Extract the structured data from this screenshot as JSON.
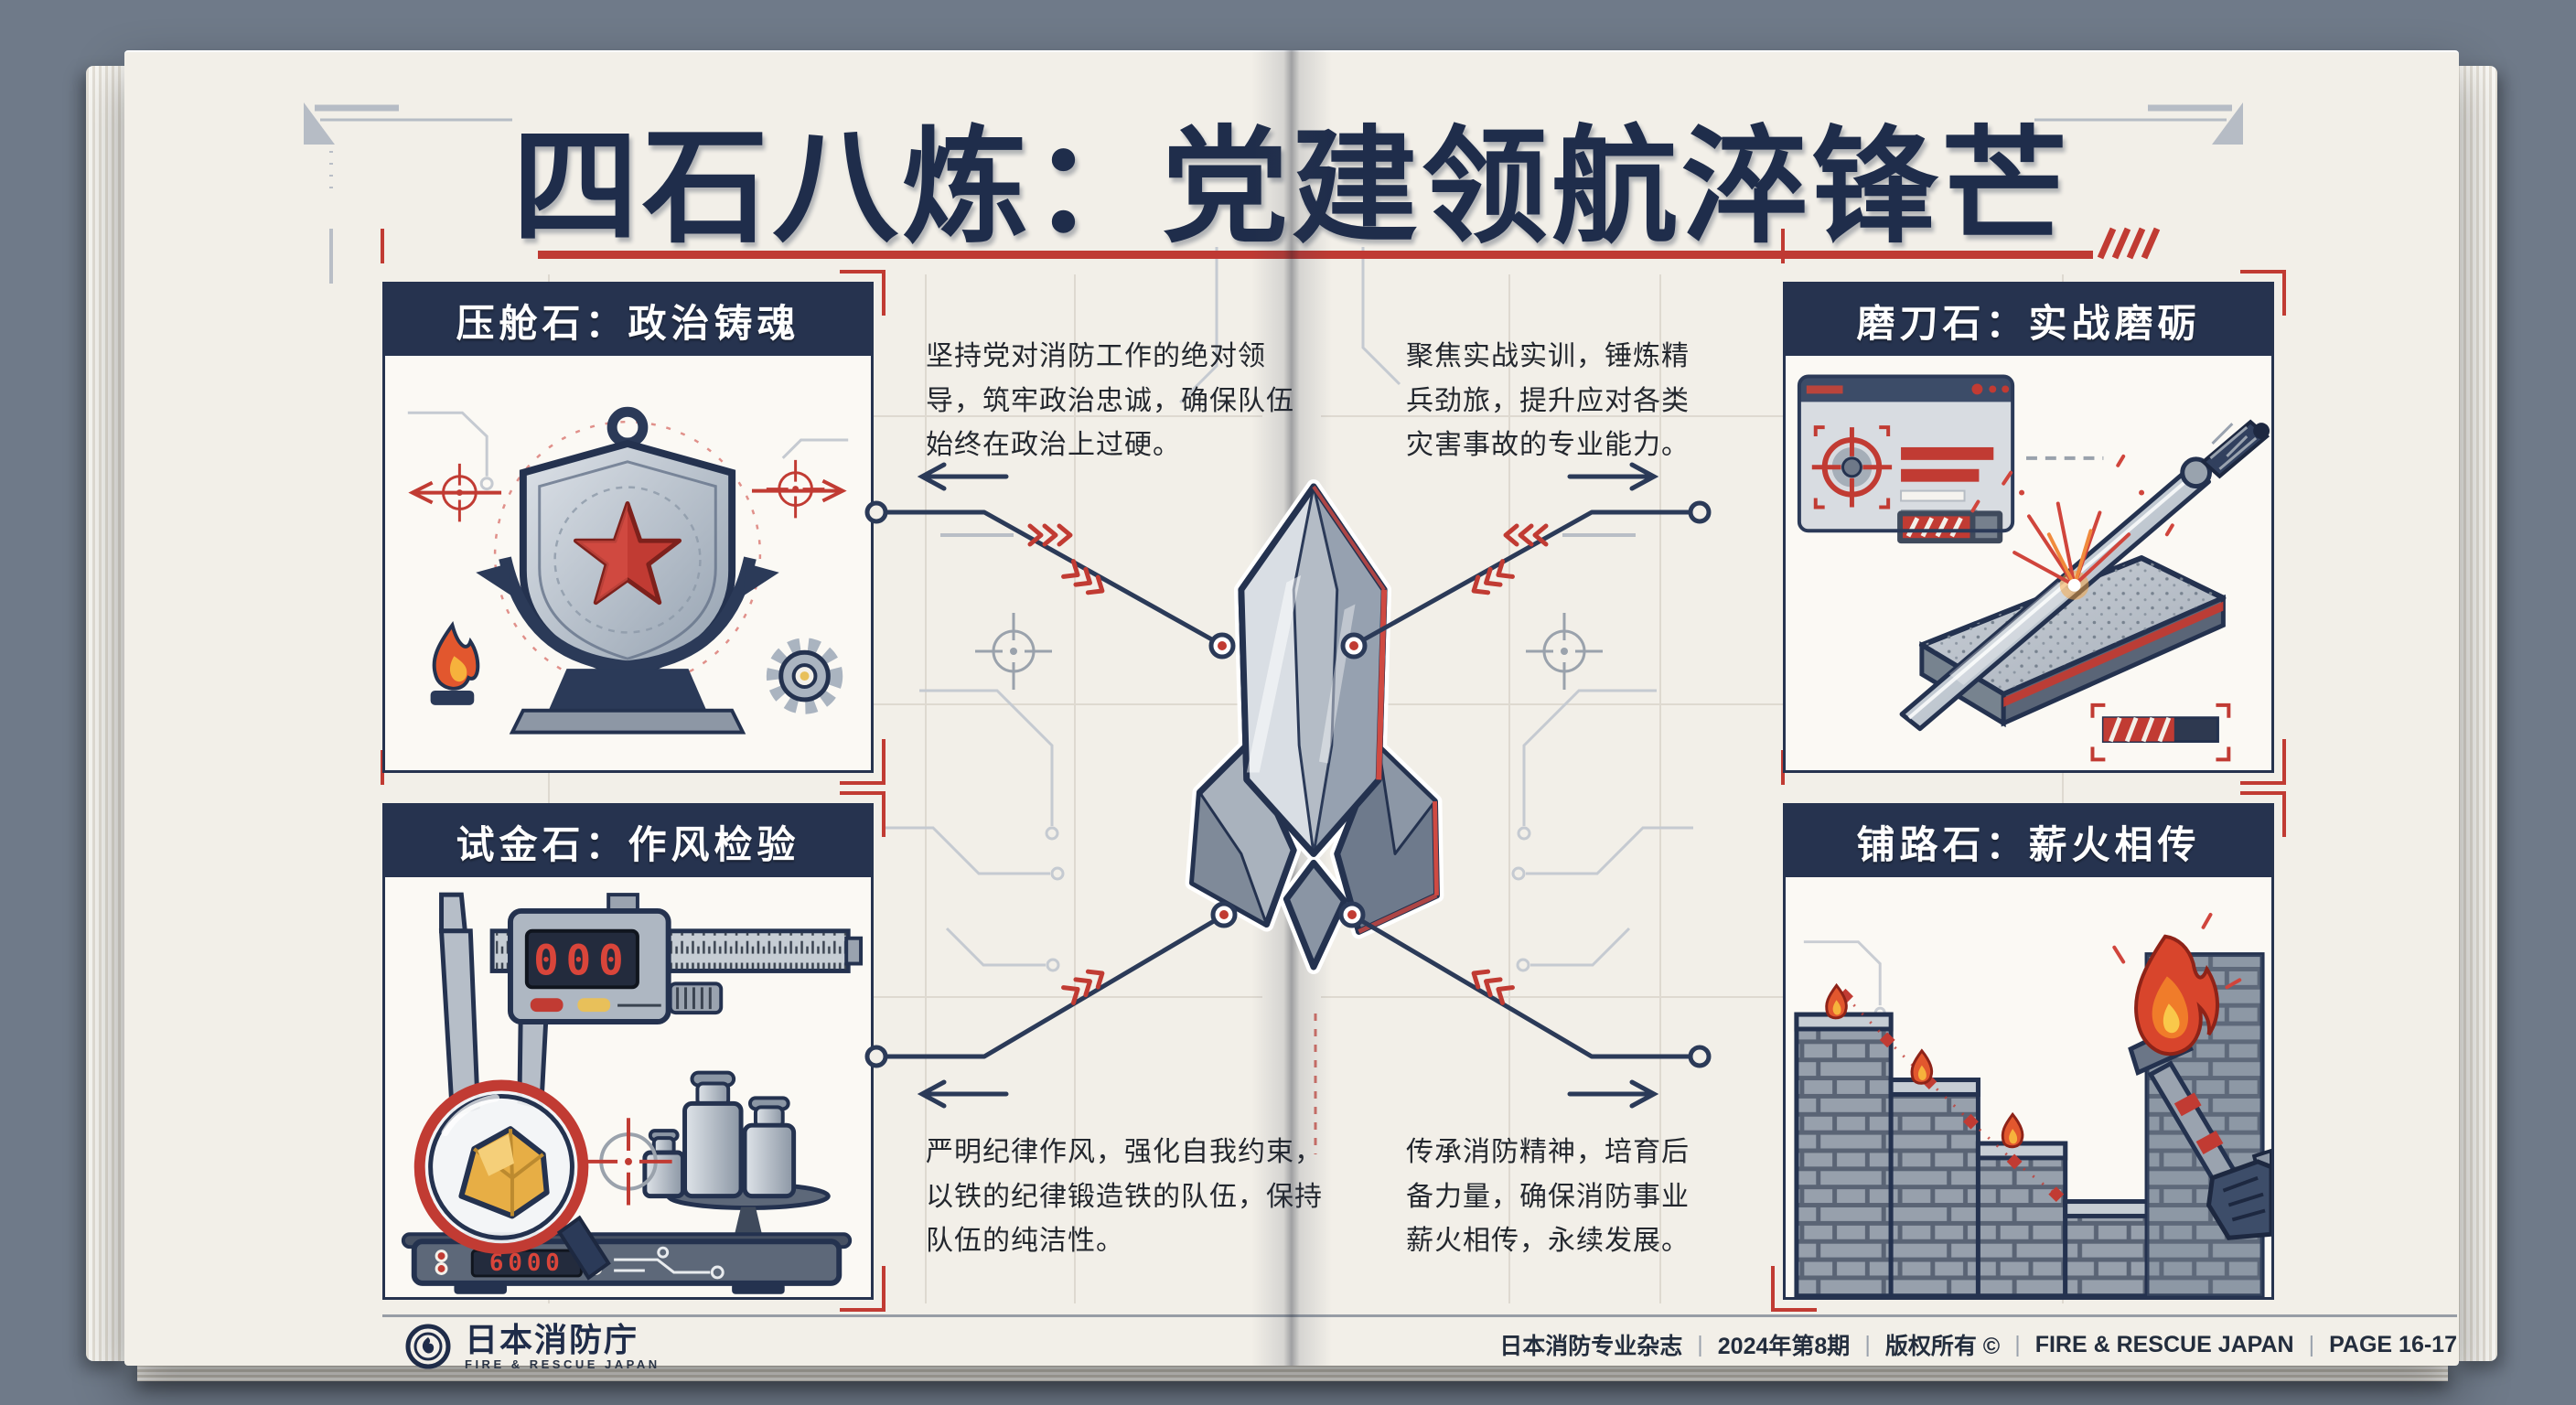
{
  "title": "四石八炼：党建领航淬锋芒",
  "panels": {
    "ballast": {
      "title": "压舱石：政治铸魂",
      "description": "坚持党对消防工作的绝对领导，筑牢政治忠诚，确保队伍始终在政治上过硬。",
      "icons": [
        "anchor-icon",
        "shield-icon",
        "star-icon",
        "flame-icon",
        "gear-icon",
        "crosshair-icon"
      ]
    },
    "whetstone": {
      "title": "磨刀石：实战磨砺",
      "description": "聚焦实战实训，锤炼精兵劲旅，提升应对各类灾害事故的专业能力。",
      "icons": [
        "targeting-window-icon",
        "katana-icon",
        "whetstone-icon",
        "sparks-icon",
        "progress-bar-icon"
      ]
    },
    "touchstone": {
      "title": "试金石：作风检验",
      "description": "严明纪律作风，强化自我约束，以铁的纪律锻造铁的队伍，保持队伍的纯洁性。",
      "icons": [
        "caliper-icon",
        "magnifier-icon",
        "gold-nugget-icon",
        "weights-icon",
        "digital-scale-icon"
      ],
      "caliper_reading": "000",
      "scale_reading": "6000"
    },
    "paving": {
      "title": "铺路石：薪火相传",
      "description": "传承消防精神，培育后备力量，确保消防事业薪火相传，永续发展。",
      "icons": [
        "brick-steps-icon",
        "torch-icon",
        "gauntlet-icon",
        "flame-trail-icon"
      ]
    }
  },
  "center": {
    "icon": "crystal-icon"
  },
  "footer": {
    "logo_text": "日本消防庁",
    "logo_subtext": "FIRE & RESCUE JAPAN",
    "separator": "|",
    "meta": [
      "日本消防专业杂志",
      "2024年第8期",
      "版权所有 ©",
      "FIRE & RESCUE JAPAN",
      "PAGE 16-17"
    ]
  },
  "colors": {
    "background": "#6f7a89",
    "page": "#f2efe8",
    "navy": "#24324f",
    "red": "#c13b33",
    "circuit_grey": "#c5cad1"
  }
}
